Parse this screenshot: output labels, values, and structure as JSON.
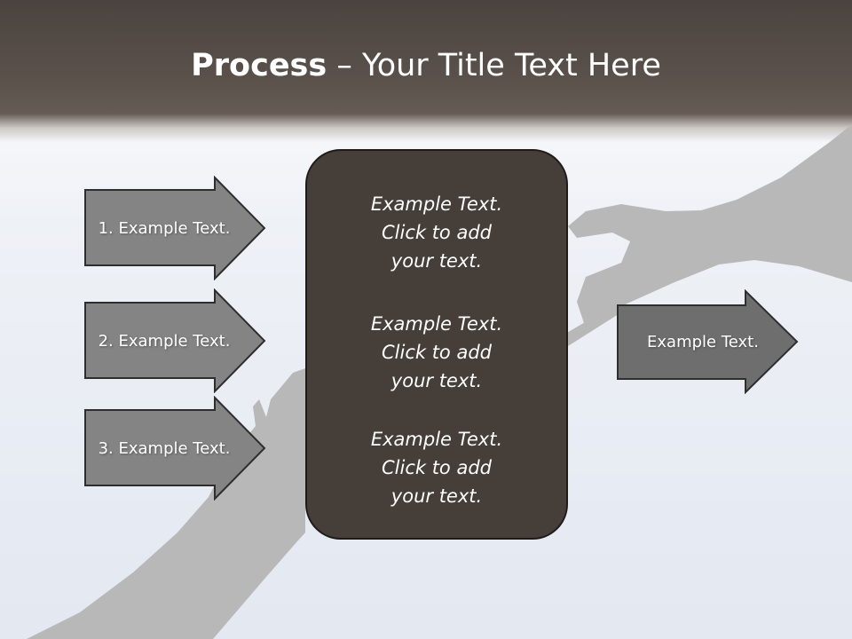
{
  "slide": {
    "title_bold": "Process",
    "title_rest": " – Your Title Text Here"
  },
  "left_arrows": [
    {
      "label": "1. Example Text."
    },
    {
      "label": "2. Example Text."
    },
    {
      "label": "3. Example Text."
    }
  ],
  "center_box": {
    "paragraphs": [
      {
        "line1": "Example Text.",
        "line2": "Click  to add",
        "line3": "your text."
      },
      {
        "line1": "Example Text.",
        "line2": "Click  to add",
        "line3": "your text."
      },
      {
        "line1": "Example Text.",
        "line2": "Click  to add",
        "line3": "your text."
      }
    ]
  },
  "right_arrow": {
    "label": "Example Text."
  },
  "colors": {
    "header": "#4a433f",
    "center_box": "#453e39",
    "arrow_fill": "#848484",
    "arrow_border": "#2e2e2e",
    "silhouette": "#b8b8b8"
  }
}
